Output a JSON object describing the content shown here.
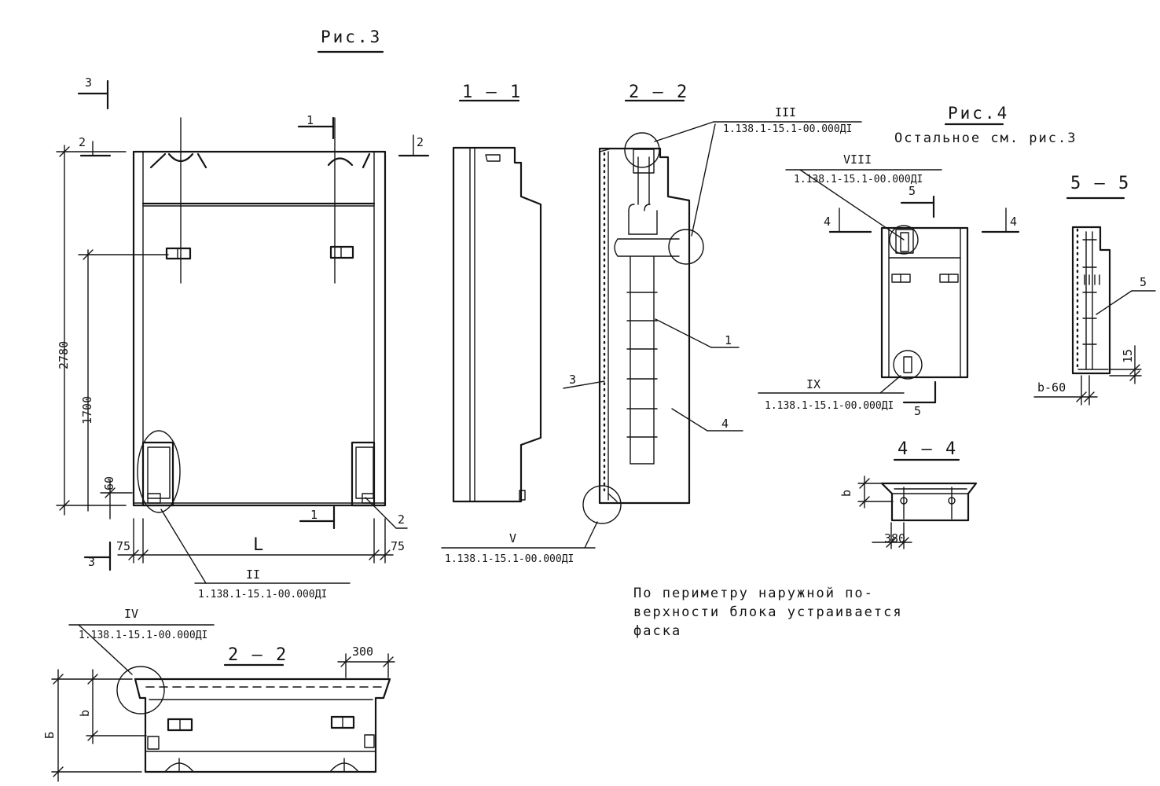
{
  "fig3": {
    "title": "Рис.3"
  },
  "fig4": {
    "title": "Рис.4",
    "subtitle": "Остальное см. рис.3"
  },
  "sections": {
    "s11": "1 — 1",
    "s22_top": "2 — 2",
    "s22_bottom": "2 — 2",
    "s44": "4 — 4",
    "s55": "5 — 5"
  },
  "cut_marks": {
    "one": "1",
    "two": "2",
    "three": "3",
    "four": "4",
    "five": "5"
  },
  "callouts": {
    "II": {
      "numeral": "II",
      "code": "1.138.1-15.1-00.000ДI"
    },
    "III": {
      "numeral": "III",
      "code": "1.138.1-15.1-00.000ДI"
    },
    "IV": {
      "numeral": "IV",
      "code": "1.138.1-15.1-00.000ДI"
    },
    "V": {
      "numeral": "V",
      "code": "1.138.1-15.1-00.000ДI"
    },
    "VIII": {
      "numeral": "VIII",
      "code": "1.138.1-15.1-00.000ДI"
    },
    "IX": {
      "numeral": "IX",
      "code": "1.138.1-15.1-00.000ДI"
    }
  },
  "dimensions": {
    "height": "2780",
    "h1700": "1700",
    "h60": "60",
    "w75_left": "75",
    "w75_right": "75",
    "length": "L",
    "w300": "300",
    "b": "b",
    "B": "Б",
    "b_4": "b",
    "w380": "380",
    "d15": "15",
    "range": "b-60"
  },
  "positions": {
    "p1": "1",
    "p2": "2",
    "p3": "3",
    "p4": "4",
    "p5": "5"
  },
  "note": {
    "line1": "По периметру наружной по-",
    "line2": "верхности блока устраивается",
    "line3": "фаска"
  }
}
